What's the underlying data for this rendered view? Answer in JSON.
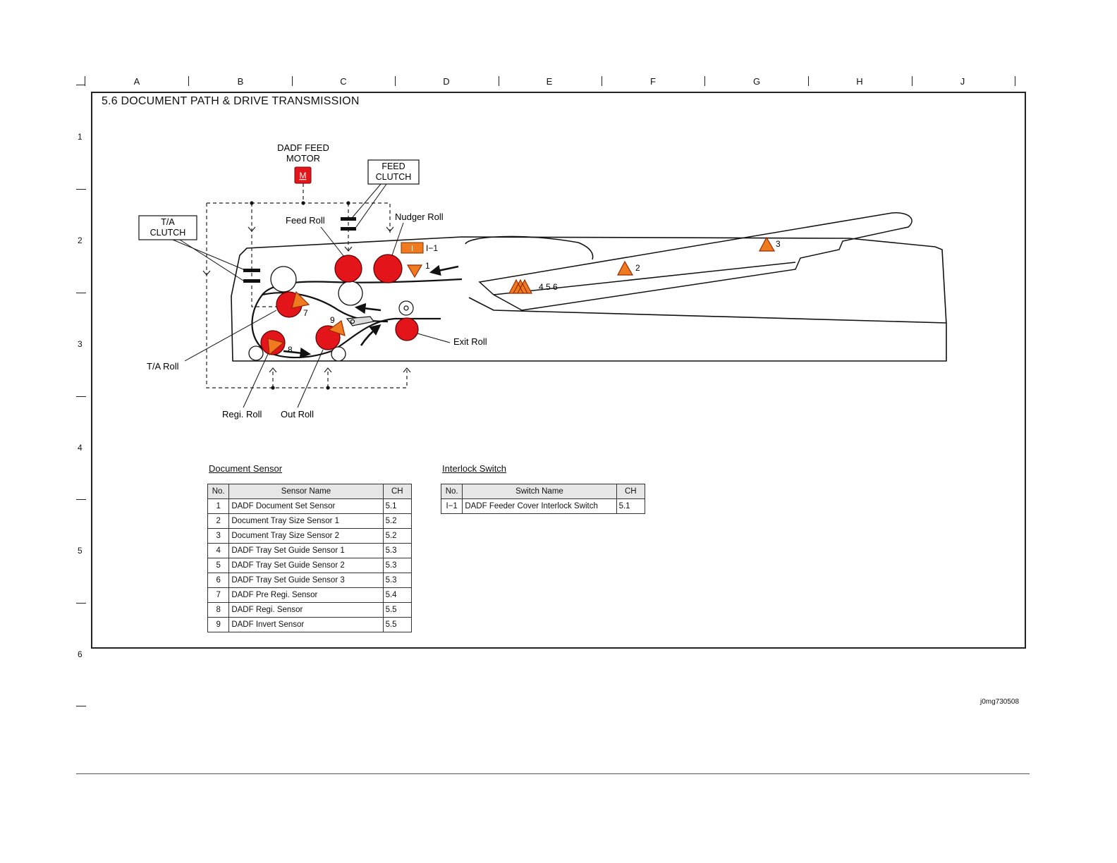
{
  "grid": {
    "columns": [
      "A",
      "B",
      "C",
      "D",
      "E",
      "F",
      "G",
      "H",
      "J"
    ],
    "rows": [
      "1",
      "2",
      "3",
      "4",
      "5",
      "6"
    ]
  },
  "title": "5.6 DOCUMENT PATH & DRIVE TRANSMISSION",
  "labels": {
    "dadf_feed_motor_line1": "DADF FEED",
    "dadf_feed_motor_line2": "MOTOR",
    "motor_symbol": "M",
    "feed_clutch_line1": "FEED",
    "feed_clutch_line2": "CLUTCH",
    "ta_clutch_line1": "T/A",
    "ta_clutch_line2": "CLUTCH",
    "feed_roll": "Feed Roll",
    "nudger_roll": "Nudger Roll",
    "interlock_marker": "I−1",
    "interlock_symbol": "I",
    "exit_roll": "Exit Roll",
    "ta_roll": "T/A Roll",
    "regi_roll": "Regi. Roll",
    "out_roll": "Out Roll",
    "sensor_1": "1",
    "sensor_2": "2",
    "sensor_3": "3",
    "sensor_456": "4 5 6",
    "sensor_7": "7",
    "sensor_8": "8",
    "sensor_9": "9"
  },
  "document_sensor": {
    "caption": "Document Sensor",
    "headers": [
      "No.",
      "Sensor Name",
      "CH"
    ],
    "rows": [
      [
        "1",
        "DADF Document Set Sensor",
        "5.1"
      ],
      [
        "2",
        "Document Tray Size Sensor 1",
        "5.2"
      ],
      [
        "3",
        "Document Tray Size Sensor 2",
        "5.2"
      ],
      [
        "4",
        "DADF Tray Set Guide Sensor 1",
        "5.3"
      ],
      [
        "5",
        "DADF Tray Set Guide Sensor 2",
        "5.3"
      ],
      [
        "6",
        "DADF Tray Set Guide Sensor 3",
        "5.3"
      ],
      [
        "7",
        "DADF Pre Regi. Sensor",
        "5.4"
      ],
      [
        "8",
        "DADF Regi. Sensor",
        "5.5"
      ],
      [
        "9",
        "DADF Invert Sensor",
        "5.5"
      ]
    ]
  },
  "interlock_switch": {
    "caption": "Interlock Switch",
    "headers": [
      "No.",
      "Switch Name",
      "CH"
    ],
    "rows": [
      [
        "I−1",
        "DADF Feeder Cover Interlock Switch",
        "5.1"
      ]
    ]
  },
  "figure_id": "j0mg730508",
  "colors": {
    "roll_red": "#e4141b",
    "sensor_orange": "#f07a1f",
    "line": "#111111"
  }
}
